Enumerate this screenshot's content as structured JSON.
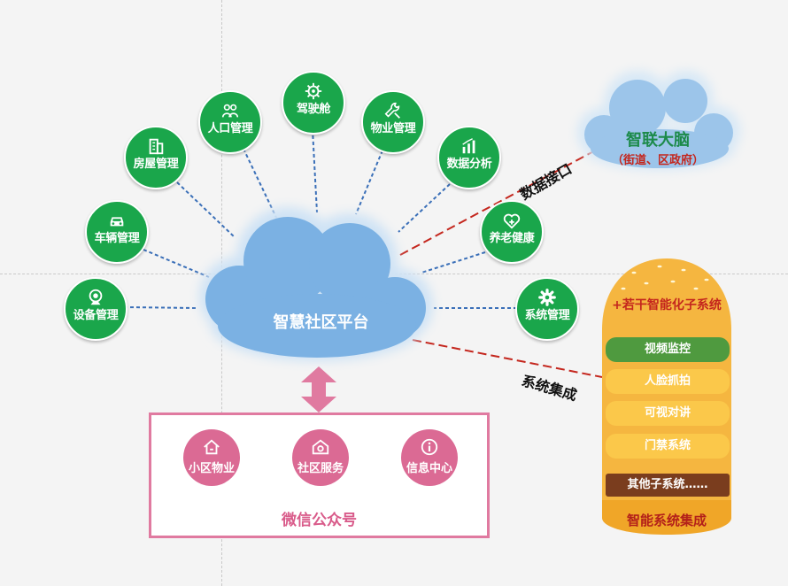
{
  "platform": {
    "title": "智慧社区平台"
  },
  "modules": [
    {
      "label": "设备管理",
      "icon": "camera-icon"
    },
    {
      "label": "车辆管理",
      "icon": "car-icon"
    },
    {
      "label": "房屋管理",
      "icon": "building-icon"
    },
    {
      "label": "人口管理",
      "icon": "people-icon"
    },
    {
      "label": "驾驶舱",
      "icon": "helm-icon"
    },
    {
      "label": "物业管理",
      "icon": "wrench-icon"
    },
    {
      "label": "数据分析",
      "icon": "bar-chart-icon"
    },
    {
      "label": "养老健康",
      "icon": "heart-plus-icon"
    },
    {
      "label": "系统管理",
      "icon": "gear-icon"
    }
  ],
  "brain": {
    "title": "智联大脑",
    "subtitle": "（街道、区政府）"
  },
  "links": {
    "data_interface": "数据接口",
    "system_integration": "系统集成"
  },
  "wechat": {
    "title": "微信公众号",
    "items": [
      {
        "label": "小区物业",
        "icon": "house-icon"
      },
      {
        "label": "社区服务",
        "icon": "home-service-icon"
      },
      {
        "label": "信息中心",
        "icon": "info-icon"
      }
    ]
  },
  "integration": {
    "title": "+若干智能化子系统",
    "layers": [
      "视频监控",
      "人脸抓拍",
      "可视对讲",
      "门禁系统",
      "其他子系统……"
    ],
    "footer": "智能系统集成"
  },
  "colors": {
    "module_green": "#1aa64b",
    "cloud_blue": "#7bb1e3",
    "wechat_pink": "#db6a94",
    "burger_orange": "#f5b640"
  }
}
